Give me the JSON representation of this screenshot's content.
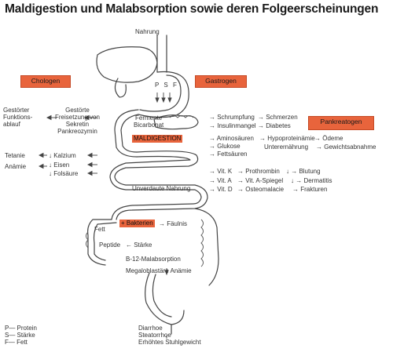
{
  "title": "Maldigestion und Malabsorption sowie deren Folgeerscheinungen",
  "top": {
    "intake": "Nahrung"
  },
  "organs": {
    "left": "Chologen",
    "middle": "Gastrogen",
    "right": "Pankreatogen"
  },
  "stomach_markers": "P S F",
  "left_column": {
    "disorder": [
      "Gestörter",
      "Funktions-",
      "ablauf"
    ],
    "secretion": [
      "Gestörte",
      "Freisetzung von",
      "Sekretin",
      "Pankreozymin"
    ],
    "tetanie": "Tetanie",
    "anaemie": "Anämie",
    "kalzium": "↓ Kalzium",
    "eisen": "↓ Eisen",
    "folsaeure": "↓ Folsäure"
  },
  "center": {
    "fermente": [
      "Fermente",
      "Bicarbonat"
    ],
    "maldigestion": "MALDIGESTION",
    "unverdaute": "Unverdaute Nahrung",
    "fett": "Fett",
    "bakterien": "+ Bakterien",
    "faeulnis": "→ Fäulnis",
    "peptide": "Peptide",
    "staerke": "← Stärke",
    "b12": "B-12-Malabsorption",
    "megalo": "Megaloblastäre Anämie"
  },
  "right_column": {
    "schrumpfung": "→ Schrumpfung",
    "schmerzen": "→ Schmerzen",
    "insulin": "→ Insulinmangel",
    "diabetes": "→ Diabetes",
    "aminosaeuren": "→ Aminosäuren",
    "glukose": "→ Glukose",
    "fettsaeuren": "→ Fettsäuren",
    "hypoprotein": "→ Hypoproteinämie",
    "oedeme": "→ Ödeme",
    "unterernaehrung": "Unterernährung",
    "gewichtsabnahme": "→ Gewichtsabnahme",
    "vitk": "→ Vit. K",
    "prothrombin": "→ Prothrombin",
    "blutung": "↓ → Blutung",
    "vita": "→ Vit. A",
    "spiegel": "→ Vit. A-Spiegel",
    "dermatitis": "↓ → Dermatitis",
    "vitd": "→ Vit. D",
    "osteomalacie": "→ Osteomalacie",
    "frakturen": "→ Frakturen"
  },
  "bottom": [
    "Diarrhoe",
    "Steatorrhoe",
    "Erhöhtes Stuhlgewicht"
  ],
  "legend": [
    "P— Protein",
    "S— Stärke",
    "F— Fett"
  ],
  "colors": {
    "highlight": "#e8643c",
    "line": "#444444"
  }
}
